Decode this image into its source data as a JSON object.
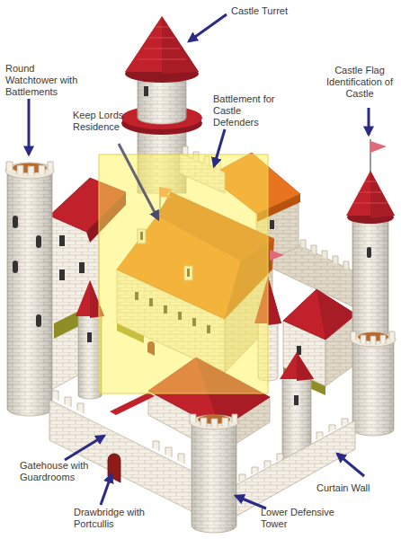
{
  "diagram": {
    "labels": [
      "Castle Turret",
      "Round Watchtower with Battlements",
      "Castle Flag Identification of Castle",
      "Battlement for Castle Defenders",
      "Keep Lords Residence",
      "Gatehouse with Guardrooms",
      "Drawbridge with Portcullis",
      "Curtain Wall",
      "Lower Defensive Tower"
    ]
  }
}
